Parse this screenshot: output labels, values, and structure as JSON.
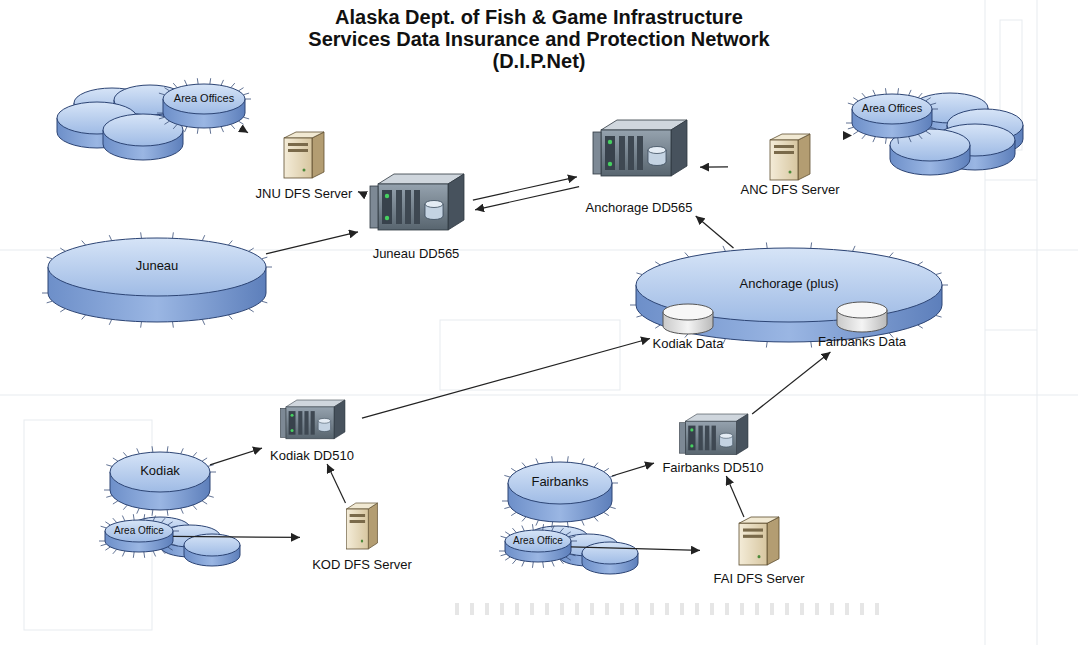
{
  "diagram": {
    "title": "Alaska Dept. of Fish & Game Infrastructure Services Data Insurance and Protection Network (D.I.P.Net)",
    "nodes": [
      {
        "text": [
          "Area Offices"
        ]
      },
      {
        "text": [
          "JNU DFS Server"
        ]
      },
      {
        "text": [
          "Juneau DD565"
        ]
      },
      {
        "text": [
          "Anchorage DD565"
        ]
      },
      {
        "text": [
          "ANC DFS Server"
        ]
      },
      {
        "text": [
          "Area Offices"
        ]
      },
      {
        "text": [
          "Juneau"
        ]
      },
      {
        "text": [
          "Anchorage (plus)"
        ]
      },
      {
        "text": [
          "Kodiak Data"
        ],
        "in": 7
      },
      {
        "text": [
          "Fairbanks Data"
        ],
        "in": 7
      },
      {
        "text": [
          "Kodiak DD510"
        ]
      },
      {
        "text": [
          "Fairbanks DD510"
        ]
      },
      {
        "text": [
          "Kodiak"
        ]
      },
      {
        "text": [
          "Area Office"
        ]
      },
      {
        "text": [
          "KOD DFS Server"
        ]
      },
      {
        "text": [
          "Fairbanks"
        ]
      },
      {
        "text": [
          "Area Office"
        ]
      },
      {
        "text": [
          "FAI DFS Server"
        ]
      }
    ],
    "edges": [
      {
        "from": 0,
        "to": 1,
        "arrow": "to"
      },
      {
        "from": 1,
        "to": 2,
        "arrow": "to"
      },
      {
        "from": 6,
        "to": 2,
        "arrow": "to"
      },
      {
        "from": 2,
        "to": 3,
        "arrow": "to"
      },
      {
        "from": 3,
        "to": 2,
        "arrow": "to"
      },
      {
        "from": 4,
        "to": 3,
        "arrow": "to"
      },
      {
        "from": 5,
        "to": 4,
        "arrow": "to"
      },
      {
        "from": 7,
        "to": 3,
        "arrow": "to"
      },
      {
        "from": 12,
        "to": 10,
        "arrow": "to"
      },
      {
        "from": 13,
        "to": 14,
        "arrow": "to"
      },
      {
        "from": 14,
        "to": 10,
        "arrow": "to"
      },
      {
        "from": 10,
        "to": 8,
        "arrow": "to"
      },
      {
        "from": 15,
        "to": 11,
        "arrow": "to"
      },
      {
        "from": 16,
        "to": 17,
        "arrow": "to"
      },
      {
        "from": 17,
        "to": 11,
        "arrow": "to"
      },
      {
        "from": 11,
        "to": 9,
        "arrow": "to"
      }
    ]
  }
}
